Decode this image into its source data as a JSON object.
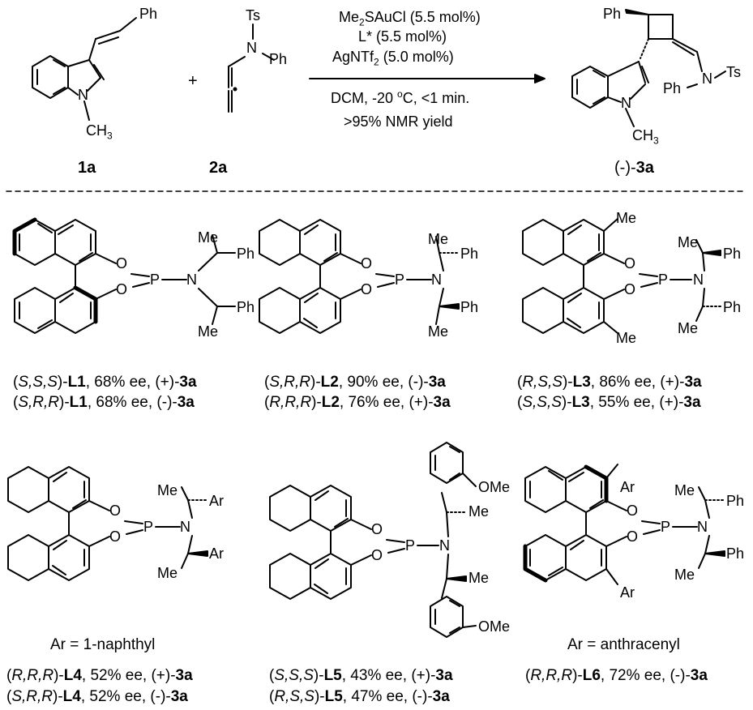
{
  "reaction": {
    "reactant1": {
      "id": "1a",
      "atoms": {
        "ph": "Ph",
        "n": "N",
        "ch3": "CH",
        "ch3_sub": "3"
      }
    },
    "plus": "+",
    "reactant2": {
      "id": "2a",
      "atoms": {
        "ts": "Ts",
        "n": "N",
        "ph": "Ph"
      }
    },
    "conditions": {
      "line1_a": "Me",
      "line1_sub": "2",
      "line1_b": "SAuCl (5.5 mol%)",
      "line2": "L* (5.5 mol%)",
      "line3_a": "AgNTf",
      "line3_sub": "2",
      "line3_b": " (5.0 mol%)",
      "line4_a": "DCM, -20 ",
      "line4_sup": "o",
      "line4_b": "C, <1 min.",
      "line5": ">95% NMR yield"
    },
    "product": {
      "prefix": "(-)-",
      "id": "3a",
      "atoms": {
        "ph": "Ph",
        "n": "N",
        "ts": "Ts",
        "phn": "Ph",
        "n1": "N",
        "ch3": "CH",
        "ch3_sub": "3"
      }
    }
  },
  "atoms": {
    "O": "O",
    "P": "P",
    "N": "N",
    "Me": "Me",
    "Ph": "Ph",
    "Ar": "Ar",
    "OMe": "OMe"
  },
  "ligands": {
    "L1": {
      "rows": [
        {
          "conf": "S,S,S",
          "label": "L1",
          "ee": ", 68% ee, ",
          "sign": "(+)-",
          "prod": "3a"
        },
        {
          "conf": "S,R,R",
          "label": "L1",
          "ee": ", 68% ee, ",
          "sign": "(-)-",
          "prod": "3a"
        }
      ]
    },
    "L2": {
      "rows": [
        {
          "conf": "S,R,R",
          "label": "L2",
          "ee": ", 90% ee, ",
          "sign": "(-)-",
          "prod": "3a"
        },
        {
          "conf": "R,R,R",
          "label": "L2",
          "ee": ", 76% ee, ",
          "sign": "(+)-",
          "prod": "3a"
        }
      ]
    },
    "L3": {
      "rows": [
        {
          "conf": "R,S,S",
          "label": "L3",
          "ee": ", 86% ee, ",
          "sign": "(+)-",
          "prod": "3a"
        },
        {
          "conf": "S,S,S",
          "label": "L3",
          "ee": ", 55% ee, ",
          "sign": "(+)-",
          "prod": "3a"
        }
      ]
    },
    "L4": {
      "ar": "Ar = 1-naphthyl",
      "rows": [
        {
          "conf": "R,R,R",
          "label": "L4",
          "ee": ", 52% ee, ",
          "sign": "(+)-",
          "prod": "3a"
        },
        {
          "conf": "S,R,R",
          "label": "L4",
          "ee": ", 52% ee, ",
          "sign": "(-)-",
          "prod": "3a"
        }
      ]
    },
    "L5": {
      "rows": [
        {
          "conf": "S,S,S",
          "label": "L5",
          "ee": ", 43% ee, ",
          "sign": "(+)-",
          "prod": "3a"
        },
        {
          "conf": "R,S,S",
          "label": "L5",
          "ee": ", 47% ee, ",
          "sign": "(-)-",
          "prod": "3a"
        }
      ]
    },
    "L6": {
      "ar": "Ar = anthracenyl",
      "rows": [
        {
          "conf": "R,R,R",
          "label": "L6",
          "ee": ", 72% ee, ",
          "sign": "(-)-",
          "prod": "3a"
        }
      ]
    }
  }
}
